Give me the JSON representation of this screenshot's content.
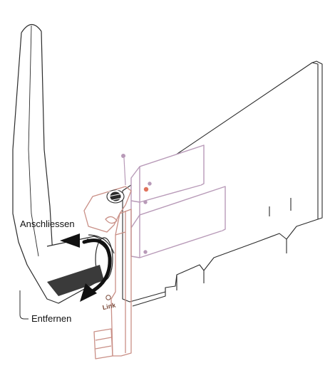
{
  "labels": {
    "connect": "Anschliessen",
    "remove": "Entfernen",
    "link_marking": "Link"
  },
  "colors": {
    "line": "#2b2b2b",
    "bracket": "#c98f86",
    "module": "#b89ab8",
    "led": "#e0735c",
    "arrow": "#111111"
  },
  "icons": [
    "antenna-icon",
    "pci-card-icon",
    "rotation-arrow-icon"
  ]
}
